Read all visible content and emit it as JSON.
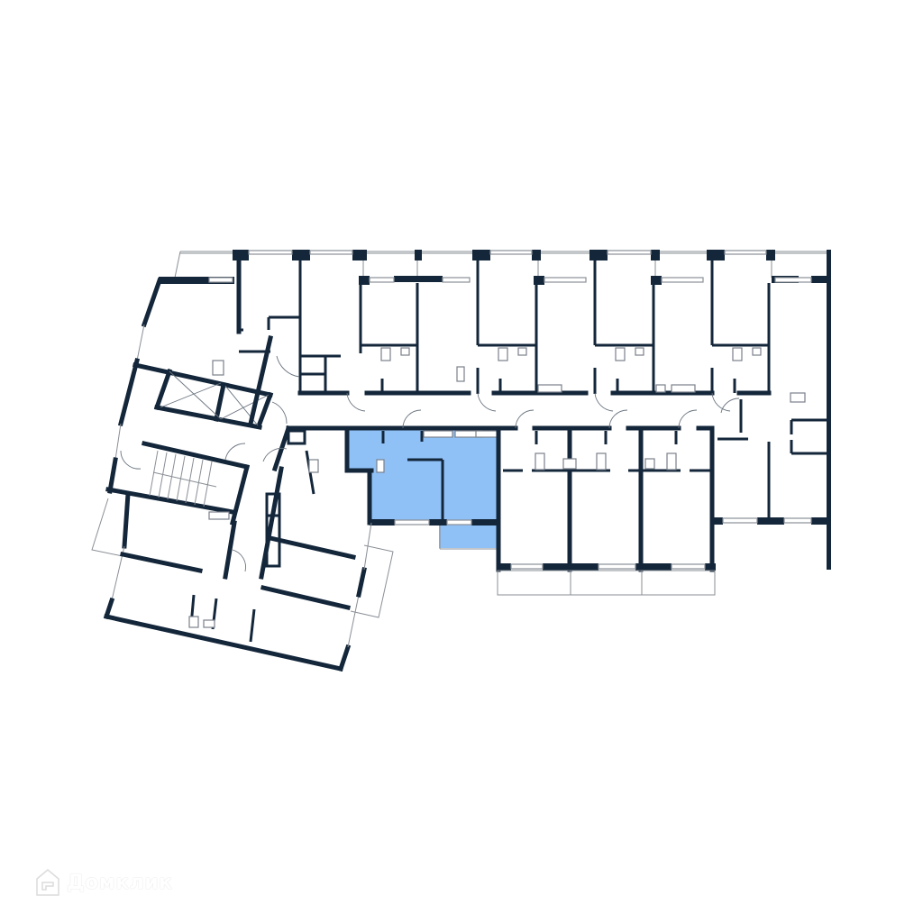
{
  "plan": {
    "type": "floor-plan",
    "background": "#ffffff",
    "wall_color": "#13263a",
    "highlight_color": "#8fc1f7",
    "highlighted_unit": {
      "label": "selected-apartment",
      "rooms": 1,
      "has_balcony": true
    },
    "sections": [
      {
        "name": "west-wing",
        "units": 3,
        "features": [
          "staircase",
          "elevators"
        ]
      },
      {
        "name": "north-row",
        "units": 9
      },
      {
        "name": "south-row",
        "units": 4
      }
    ]
  },
  "watermark": {
    "text": "Домклик",
    "icon": "house-logo-icon"
  }
}
